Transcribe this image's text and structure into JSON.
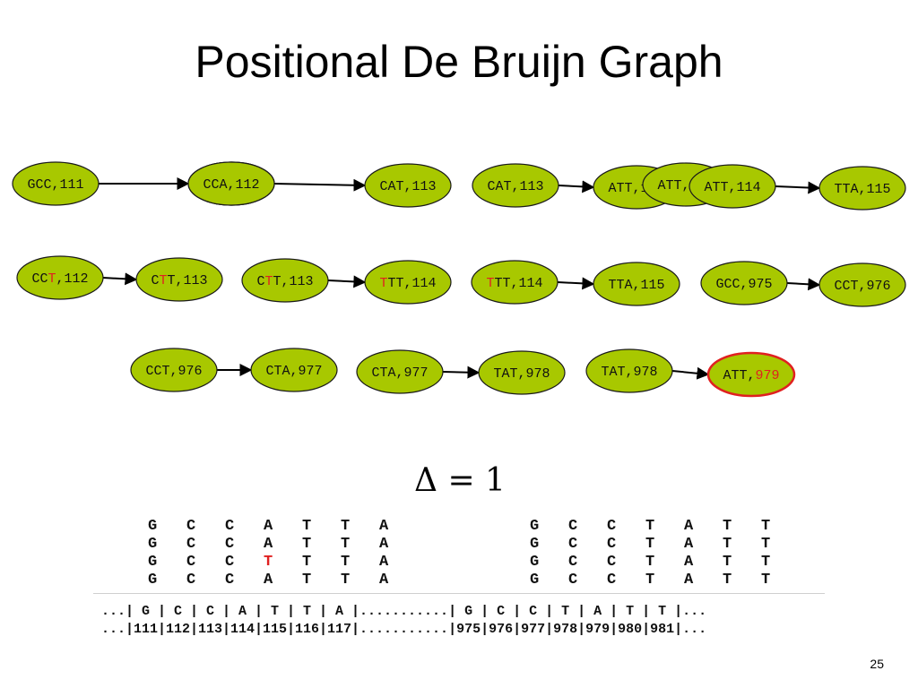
{
  "title": "Positional De Bruijn Graph",
  "nodes": [
    {
      "text": "GCC,111"
    },
    {
      "text": "CCA,112"
    },
    {
      "text": "CCA,112"
    },
    {
      "text": "CCA,112"
    },
    {
      "text": "CAT,113"
    },
    {
      "text": "CAT,113"
    },
    {
      "text": "ATT,114"
    },
    {
      "text": "ATT,114"
    },
    {
      "text": "ATT,114"
    },
    {
      "text": "TTA,115"
    },
    {
      "text": "CCT,112",
      "red": [
        2
      ]
    },
    {
      "text": "CTT,113",
      "red": [
        1
      ]
    },
    {
      "text": "CTT,113",
      "red": [
        1
      ]
    },
    {
      "text": "TTT,114",
      "red": [
        0
      ]
    },
    {
      "text": "TTT,114",
      "red": [
        0
      ]
    },
    {
      "text": "TTA,115"
    },
    {
      "text": "GCC,975"
    },
    {
      "text": "CCT,976"
    },
    {
      "text": "CCT,976"
    },
    {
      "text": "CTA,977"
    },
    {
      "text": "CTA,977"
    },
    {
      "text": "TAT,978"
    },
    {
      "text": "TAT,978"
    },
    {
      "text": "ATT,979",
      "red": [
        4,
        5,
        6
      ],
      "outline": "#e02020"
    }
  ],
  "node_fill": "#a8c800",
  "node_stroke": "#1a1a1a",
  "highlight_color": "#e02020",
  "delta": "Δ = 1",
  "seq_left": [
    [
      "G",
      "C",
      "C",
      "A",
      "T",
      "T",
      "A"
    ],
    [
      "G",
      "C",
      "C",
      "A",
      "T",
      "T",
      "A"
    ],
    [
      "G",
      "C",
      "C",
      "T",
      "T",
      "T",
      "A"
    ],
    [
      "G",
      "C",
      "C",
      "A",
      "T",
      "T",
      "A"
    ]
  ],
  "seq_left_red": [
    [
      2,
      3
    ]
  ],
  "seq_right": [
    [
      "G",
      "C",
      "C",
      "T",
      "A",
      "T",
      "T"
    ],
    [
      "G",
      "C",
      "C",
      "T",
      "A",
      "T",
      "T"
    ],
    [
      "G",
      "C",
      "C",
      "T",
      "A",
      "T",
      "T"
    ],
    [
      "G",
      "C",
      "C",
      "T",
      "A",
      "T",
      "T"
    ]
  ],
  "track_bases": "...| G | C | C | A | T | T | A |...........| G | C | C | T | A | T | T |...",
  "track_positions": "...|111|112|113|114|115|116|117|...........|975|976|977|978|979|980|981|...",
  "page_number": "25"
}
